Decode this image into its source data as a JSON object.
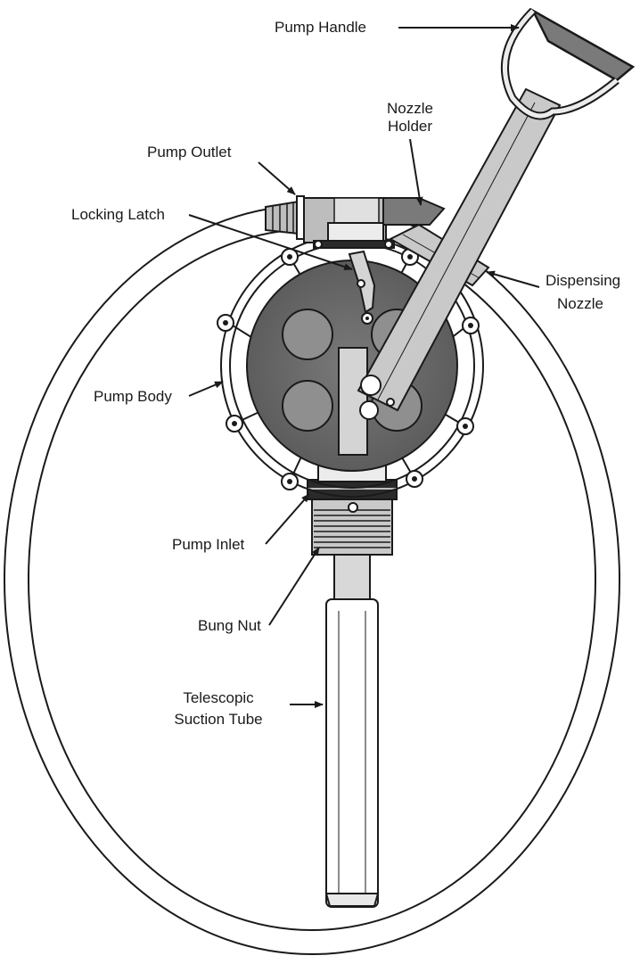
{
  "labels": {
    "pump_handle": "Pump Handle",
    "nozzle_holder_1": "Nozzle",
    "nozzle_holder_2": "Holder",
    "pump_outlet": "Pump Outlet",
    "locking_latch": "Locking Latch",
    "dispensing_nozzle_1": "Dispensing",
    "dispensing_nozzle_2": "Nozzle",
    "pump_body": "Pump Body",
    "pump_inlet": "Pump Inlet",
    "bung_nut": "Bung Nut",
    "suction_tube_1": "Telescopic",
    "suction_tube_2": "Suction Tube"
  },
  "colors": {
    "line": "#1a1a1a",
    "body_fill": "#6e6e6e",
    "port_fill": "#8f8f8f",
    "metal_light": "#d4d4d4",
    "metal_mid": "#bdbdbd",
    "handle_fill": "#c9c9c9",
    "paper": "#ffffff"
  }
}
